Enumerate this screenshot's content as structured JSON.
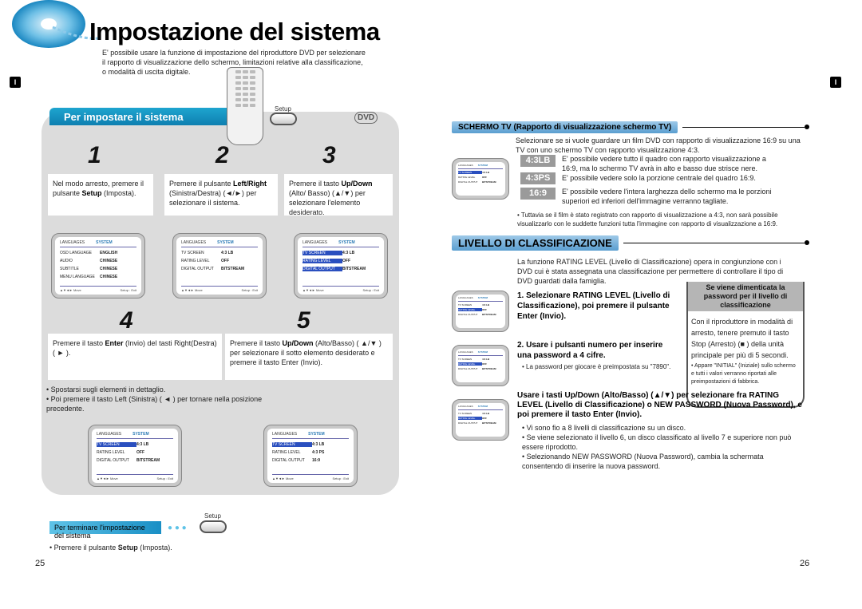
{
  "header": {
    "title": "Impostazione del sistema",
    "intro": "E' possibile usare la funzione di impostazione del riproduttore DVD per selezionare il rapporto di visualizzazione dello schermo, limitazioni relative alla classificazione, o modalità di uscita digitale.",
    "tab_left": "I",
    "tab_right": "I"
  },
  "left": {
    "section_title": "Per impostare il sistema",
    "remote_label": "Setup",
    "dvd_logo": "DVD",
    "steps": [
      {
        "num": "1",
        "text_plain": "Nel modo arresto, premere il pulsante ",
        "bold": "Setup",
        "tail": " (Imposta)."
      },
      {
        "num": "2",
        "text_plain": "Premere il pulsante ",
        "bold": "Left/Right",
        "tail": " (Sinistra/Destra) (◄/►) per selezionare il sistema."
      },
      {
        "num": "3",
        "text_plain": "Premere il tasto ",
        "bold": "Up/Down",
        "tail": " (Alto/ Basso) (▲/▼) per selezionare l'elemento desiderato."
      },
      {
        "num": "4",
        "text_plain": "Premere il tasto ",
        "bold": "Enter",
        "tail": " (Invio) del tasti Right(Destra) ( ► )."
      },
      {
        "num": "5",
        "text_plain": "Premere il tasto ",
        "bold": "Up/Down",
        "tail": " (Alto/Basso) ( ▲/▼ ) per selezionare il sotto elemento desiderato e premere il tasto Enter (Invio)."
      }
    ],
    "menus": {
      "m1": {
        "tabs": [
          "LANGUAGES",
          "SYSTEM"
        ],
        "rows": [
          [
            "OSD LANGUAGE",
            "ENGLISH"
          ],
          [
            "AUDIO",
            "CHINESE"
          ],
          [
            "SUBTITLE",
            "CHINESE"
          ],
          [
            "MENU LANGUAGE",
            "CHINESE"
          ]
        ],
        "foot": [
          "▲▼◄► Move",
          "Setup : Exit"
        ]
      },
      "m2": {
        "tabs": [
          "LANGUAGES",
          "SYSTEM"
        ],
        "rows": [
          [
            "TV SCREEN",
            "4:3 LB"
          ],
          [
            "RATING LEVEL",
            "OFF"
          ],
          [
            "DIGITAL OUTPUT",
            "BITSTREAM"
          ]
        ],
        "foot": [
          "▲▼◄► Move",
          "Setup : Exit"
        ]
      },
      "m3": {
        "tabs": [
          "LANGUAGES",
          "SYSTEM"
        ],
        "rows": [
          [
            "TV SCREEN",
            "4:3 LB"
          ],
          [
            "RATING LEVEL",
            "OFF"
          ],
          [
            "DIGITAL OUTPUT",
            "BITSTREAM"
          ]
        ],
        "foot": [
          "▲▼◄► Move",
          "Setup : Exit"
        ]
      },
      "m4": {
        "tabs": [
          "LANGUAGES",
          "SYSTEM"
        ],
        "rows": [
          [
            "TV SCREEN",
            "4:3 LB"
          ],
          [
            "RATING LEVEL",
            "OFF"
          ],
          [
            "DIGITAL OUTPUT",
            "BITSTREAM"
          ]
        ],
        "foot": [
          "▲▼◄► Move",
          "Setup : Exit"
        ]
      },
      "m5": {
        "tabs": [
          "LANGUAGES",
          "SYSTEM"
        ],
        "rows": [
          [
            "TV SCREEN",
            "4:3 LB"
          ],
          [
            "RATING LEVEL",
            "4:3 PS"
          ],
          [
            "DIGITAL OUTPUT",
            "16:9"
          ]
        ],
        "foot": [
          "▲▼◄► Move",
          "Setup : Exit"
        ]
      }
    },
    "bullets": [
      "Spostarsi sugli elementi in dettaglio.",
      "Poi premere il tasto Left (Sinistra) ( ◄ ) per tornare nella posizione precedente."
    ],
    "end_label": "Per terminare l'impostazione del sistema",
    "end_setup": "Setup",
    "end_bullet_pre": "Premere il pulsante ",
    "end_bullet_bold": "Setup",
    "end_bullet_tail": " (Imposta).",
    "page": "25"
  },
  "right": {
    "sec1_title": "SCHERMO TV (Rapporto di visualizzazione schermo TV)",
    "sec1_intro": "Selezionare se si vuole guardare un film DVD con rapporto di visualizzazione 16:9 su una TV con uno schermo TV con rapporto visualizzazione 4:3.",
    "ratios": [
      {
        "badge": "4:3LB",
        "text": "E' possibile vedere tutto il quadro con rapporto visualizzazione a 16:9, ma lo schermo TV avrà in alto e basso due strisce nere."
      },
      {
        "badge": "4:3PS",
        "text": "E' possibile vedere solo la porzione centrale del quadro 16:9."
      },
      {
        "badge": "16:9",
        "text": "E' possibile vedere l'intera larghezza dello schermo ma le porzioni superiori ed inferiori dell'immagine verranno tagliate."
      }
    ],
    "sec1_note": "Tuttavia se il film è stato registrato con rapporto di visualizzazione a 4:3, non sarà possibile visualizzarlo con le suddette funzioni tutta l'immagine con rapporto di visualizzazione a 16:9.",
    "sec2_title": "LIVELLO DI CLASSIFICAZIONE",
    "sec2_intro": "La funzione RATING LEVEL (Livello di Classificazione) opera in congiunzione con i DVD cui è stata assegnata una classificazione per permettere di controllare il tipo di DVD guardati dalla famiglia.",
    "step1": "1. Selezionare RATING LEVEL (Livello di Classificazione), poi premere il pulsante Enter (Invio).",
    "step2": "2. Usare i pulsanti numero per inserire una password a 4 cifre.",
    "step2_note": "La password per giocare è preimpostata su \"7890\".",
    "step3": "Usare i tasti Up/Down (Alto/Basso) (▲/▼) per selezionare fra RATING LEVEL (Livello di Classificazione) o NEW PASSWORD (Nuova Password), e poi premere il tasto Enter (Invio).",
    "final_bullets": [
      "Vi sono fio a 8 livelli di classificazione su un disco.",
      "Se viene selezionato il livello 6, un disco classificato al livello 7 e superiore non può essere riprodotto.",
      "Selezionando NEW PASSWORD (Nuova Password), cambia la schermata consentendo di inserire la nuova password."
    ],
    "sidebox_head": "Se viene dimenticata la password per il livello di classificazione",
    "sidebox_text": "Con il riproduttore in modalità di arresto, tenere premuto il tasto Stop (Arresto) (■ ) della unità principale per più di 5 secondi.",
    "sidebox_note": "Appare \"INITIAL\" (Iniziale) sullo schermo e tutti i valori verranno riportati alle preimpostazioni di fabbrica.",
    "mini_menu": {
      "tabs": [
        "LANGUAGES",
        "SYSTEM"
      ],
      "rows": [
        [
          "TV SCREEN",
          "4:3 LB"
        ],
        [
          "RATING LEVEL",
          "OFF"
        ],
        [
          "DIGITAL OUTPUT",
          "BITSTREAM"
        ]
      ],
      "foot": [
        "▲▼◄► Move",
        "Setup : Exit"
      ]
    },
    "page": "26"
  }
}
